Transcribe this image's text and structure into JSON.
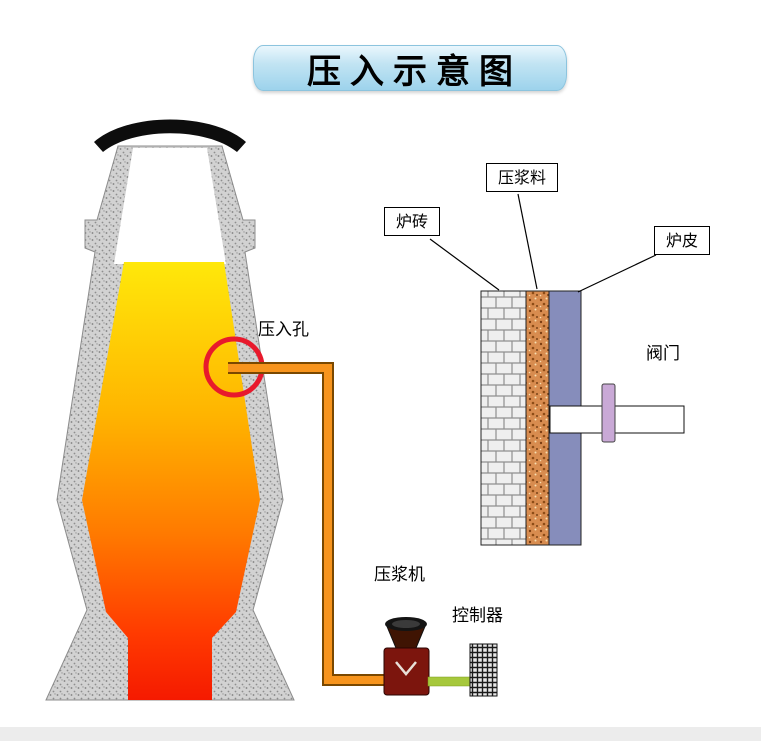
{
  "title": "压入示意图",
  "furnace": {
    "injection_hole_label": "压入孔"
  },
  "equipment": {
    "machine_label": "压浆机",
    "controller_label": "控制器"
  },
  "wall_section": {
    "brick_label": "炉砖",
    "grout_label": "压浆料",
    "shell_label": "炉皮",
    "valve_label": "阀门"
  },
  "colors": {
    "banner_blue": "#a9d9ee",
    "highlight_circle_red": "#e8192c",
    "pipe_orange": "#f7941d",
    "charge_top_yellow": "#ffe80a",
    "charge_bottom_red": "#f51a00",
    "machine_maroon": "#7c150d",
    "connector_green": "#a6c83c",
    "shell_slate": "#868dbb",
    "grout_tan": "#d88c4f",
    "flange_purple": "#c9a9d6",
    "furnace_wall_gray": "#d2d2d2"
  }
}
